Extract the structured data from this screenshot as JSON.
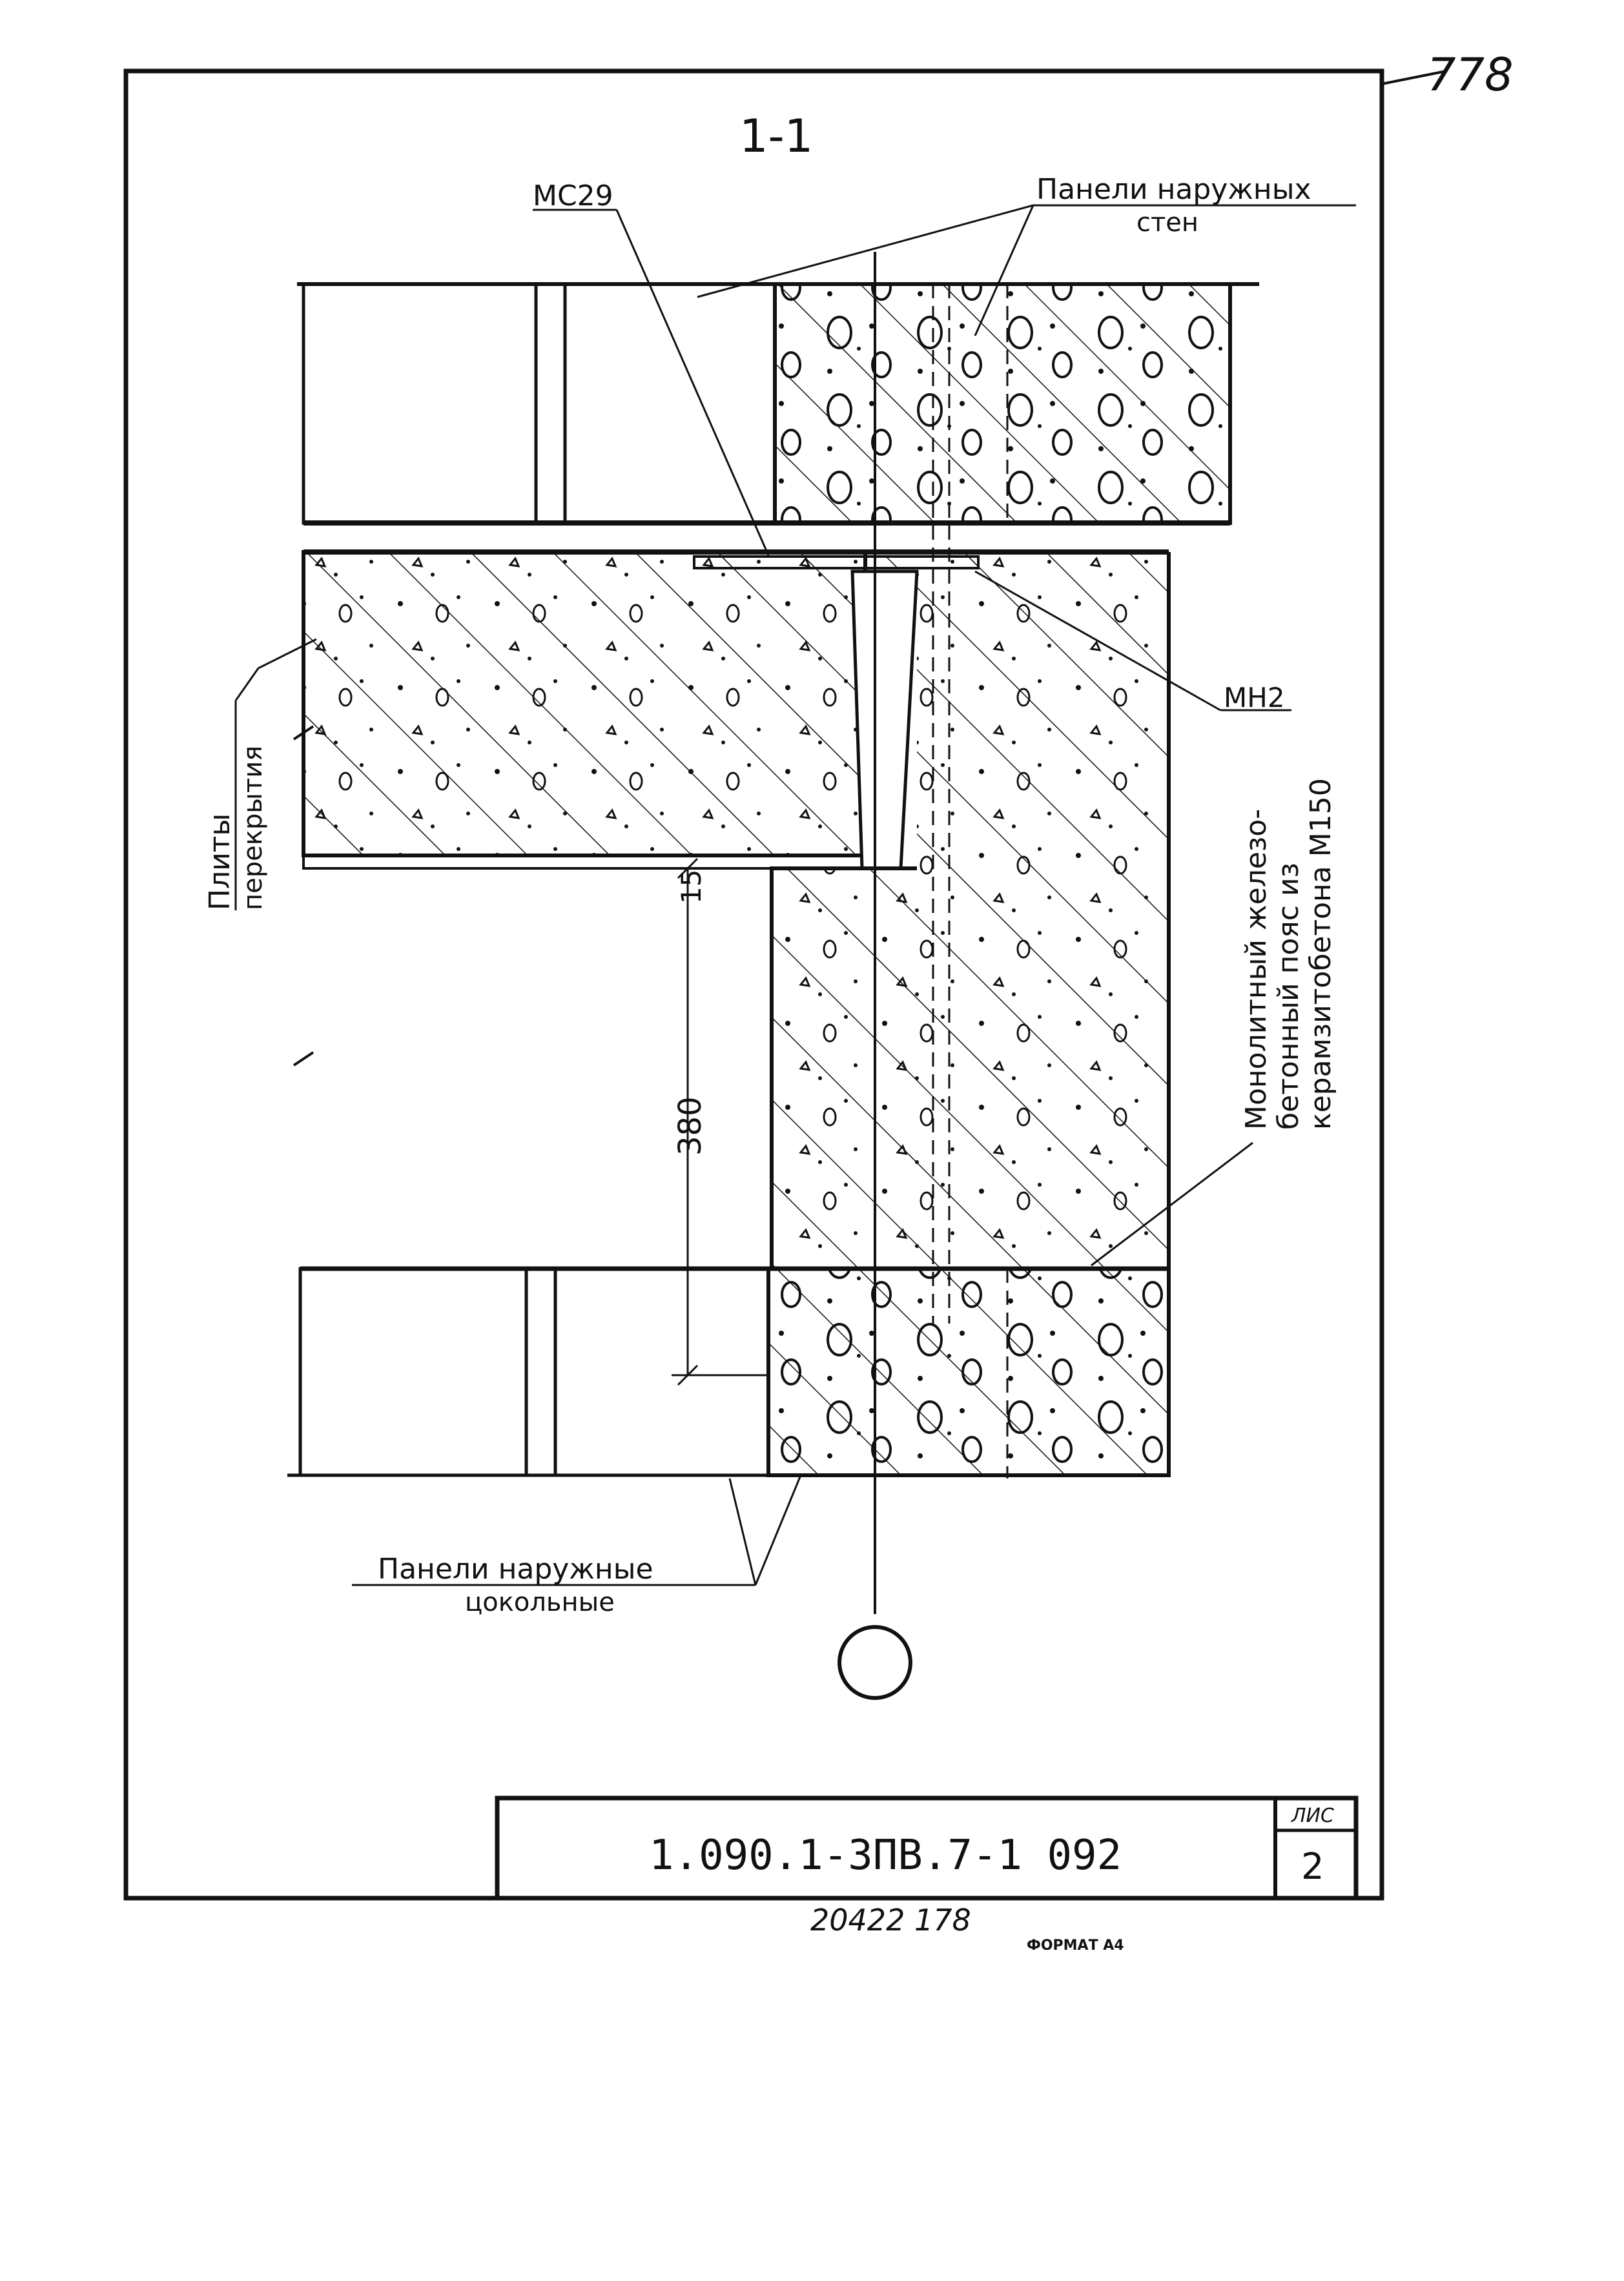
{
  "sheet": {
    "corner_mark": "778",
    "section_label": "1-1",
    "designation": "1.090.1-3ПВ.7-1  092",
    "sheet_header": "ЛИС",
    "sheet_number": "2",
    "archive_number": "20422  178",
    "format_label": "ФОРМАТ А4"
  },
  "labels": {
    "mc29": "МС29",
    "mn2": "МН2",
    "outer_wall_line1": "Панели наружных",
    "outer_wall_line2": "стен",
    "slabs_line1": "Плиты",
    "slabs_line2": "перекрытия",
    "belt_line1": "Монолитный железо-",
    "belt_line2": "бетонный пояс из",
    "belt_line3": "керамзитобетона М150",
    "plinth_line1": "Панели наружные",
    "plinth_line2": "цокольные"
  },
  "dimensions": {
    "gap": "15",
    "height": "380"
  }
}
